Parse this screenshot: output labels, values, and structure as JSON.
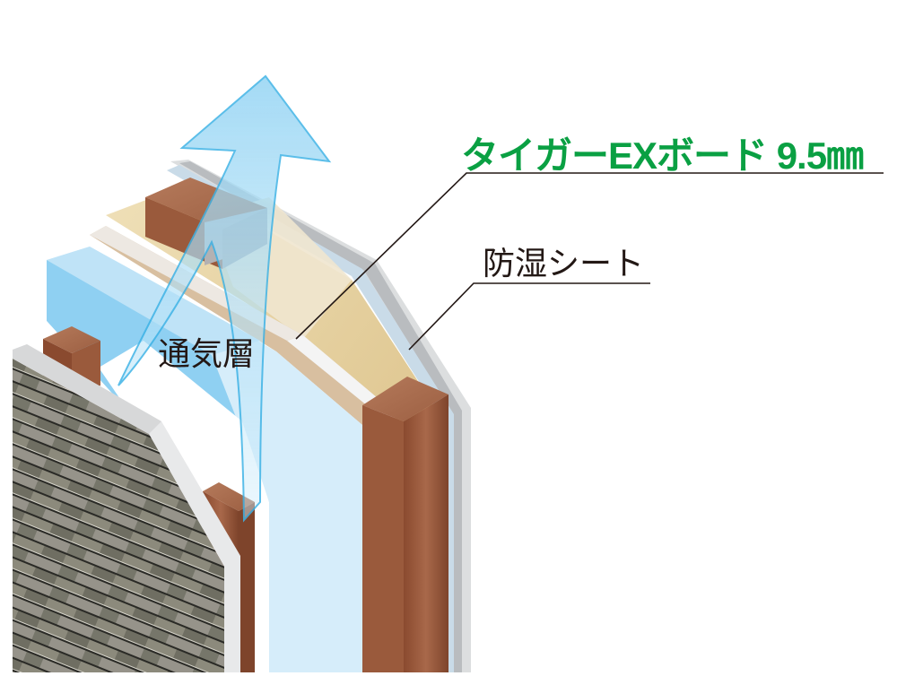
{
  "diagram": {
    "type": "wall-cross-section-illustration",
    "labels": {
      "board": "タイガーEXボード 9.5㎜",
      "moisture_sheet": "防湿シート",
      "air_layer": "通気層"
    },
    "colors": {
      "board_label": "#0aa043",
      "text": "#231815",
      "leader_line": "#231815",
      "arrow_fill": "#a9dcf5",
      "arrow_stroke": "#3fb3e6",
      "air_layer_blue": "#8fd0f2",
      "air_layer_light": "#d6edfa",
      "board_tan": "#d8bfa0",
      "insulation": "#e6cf9a",
      "stud_wood": "#9a5a3c",
      "siding_stone": "#7d7b6e",
      "sheet_gray": "#c9cbcd"
    },
    "layers_outside_to_inside": [
      "siding (stone-pattern)",
      "furring strip / 通気層 air gap",
      "waterproof membrane",
      "structural board",
      "タイガーEXボード 9.5㎜",
      "insulation between studs",
      "防湿シート",
      "interior finish"
    ]
  }
}
